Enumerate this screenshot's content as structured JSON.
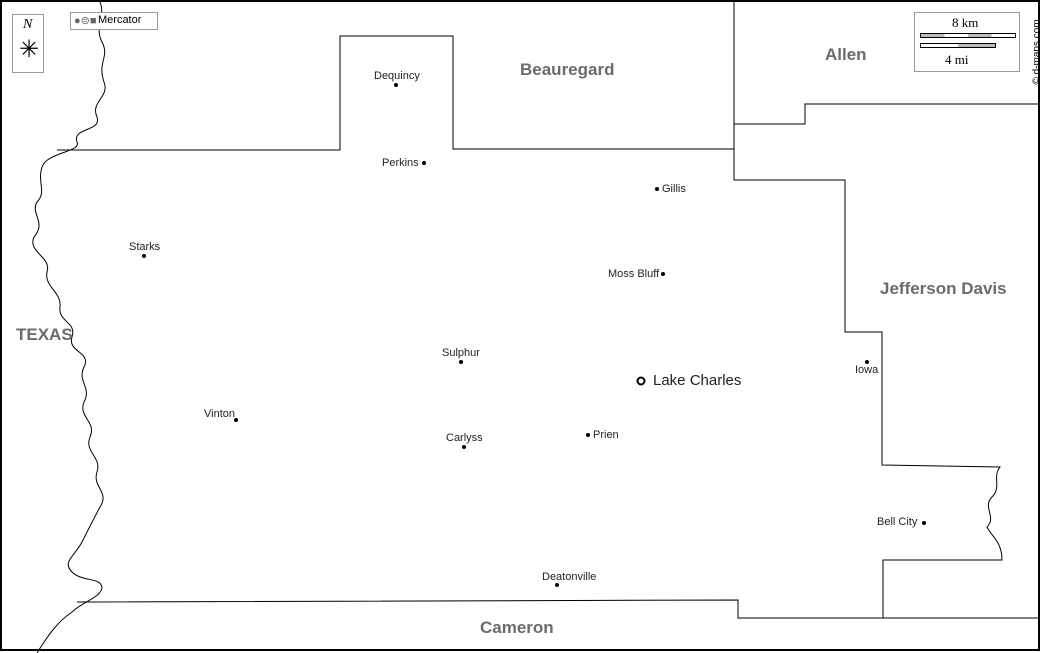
{
  "projection": "Mercator",
  "north_label": "N",
  "scale": {
    "km": "8 km",
    "mi": "4 mi"
  },
  "credit": "© d-maps.com",
  "regions": [
    {
      "id": "beauregard",
      "name": "Beauregard"
    },
    {
      "id": "allen",
      "name": "Allen"
    },
    {
      "id": "jefferson-davis",
      "name": "Jefferson Davis"
    },
    {
      "id": "texas",
      "name": "TEXAS"
    },
    {
      "id": "cameron",
      "name": "Cameron"
    }
  ],
  "cities": [
    {
      "name": "Dequincy"
    },
    {
      "name": "Perkins"
    },
    {
      "name": "Gillis"
    },
    {
      "name": "Starks"
    },
    {
      "name": "Moss Bluff"
    },
    {
      "name": "Sulphur"
    },
    {
      "name": "Lake Charles",
      "capital": true
    },
    {
      "name": "Iowa"
    },
    {
      "name": "Vinton"
    },
    {
      "name": "Carlyss"
    },
    {
      "name": "Prien"
    },
    {
      "name": "Bell City"
    },
    {
      "name": "Deatonville"
    }
  ]
}
